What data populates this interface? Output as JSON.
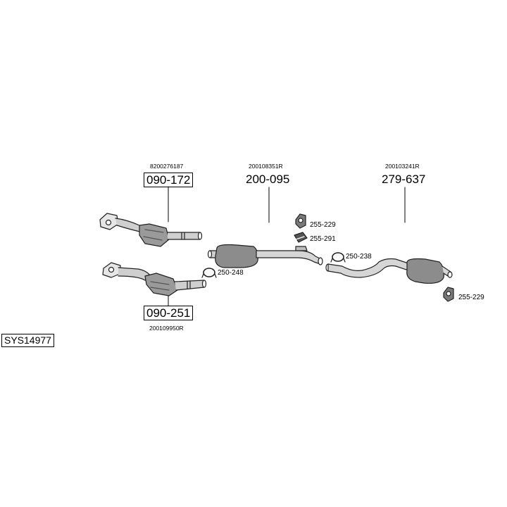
{
  "system_code": "SYS14977",
  "parts": [
    {
      "part_number": "090-172",
      "oem": "8200276187",
      "boxed": true
    },
    {
      "part_number": "090-251",
      "oem": "200109950R",
      "boxed": true
    },
    {
      "part_number": "200-095",
      "oem": "200108351R",
      "boxed": false
    },
    {
      "part_number": "279-637",
      "oem": "200103241R",
      "boxed": false
    }
  ],
  "accessories": [
    "255-229",
    "255-291",
    "250-238",
    "250-248",
    "255-229"
  ]
}
